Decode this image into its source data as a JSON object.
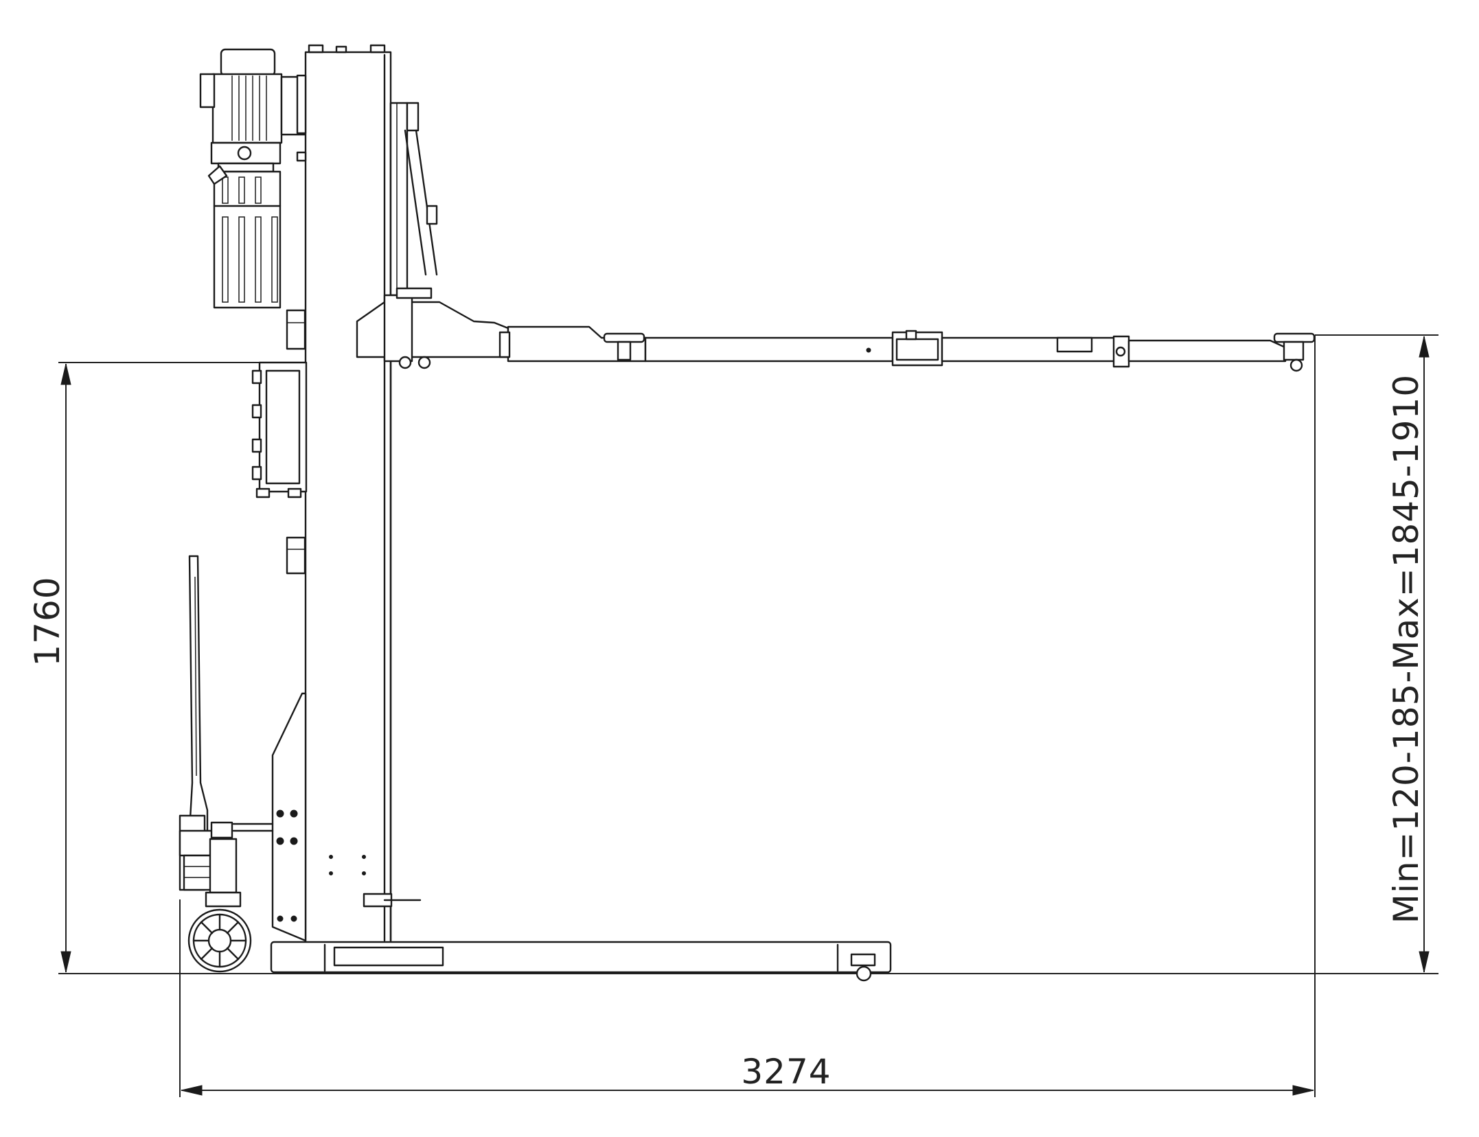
{
  "dimensions": {
    "height_label": "1760",
    "width_label": "3274",
    "lift_range_label": "Min=120-185-Max=1845-1910"
  },
  "colors": {
    "line": "#1a1a1a",
    "background": "#ffffff"
  },
  "components": [
    "motor-pump-unit",
    "column",
    "control-box",
    "lifting-arm",
    "base-frame",
    "transport-handle",
    "transport-wheel"
  ]
}
